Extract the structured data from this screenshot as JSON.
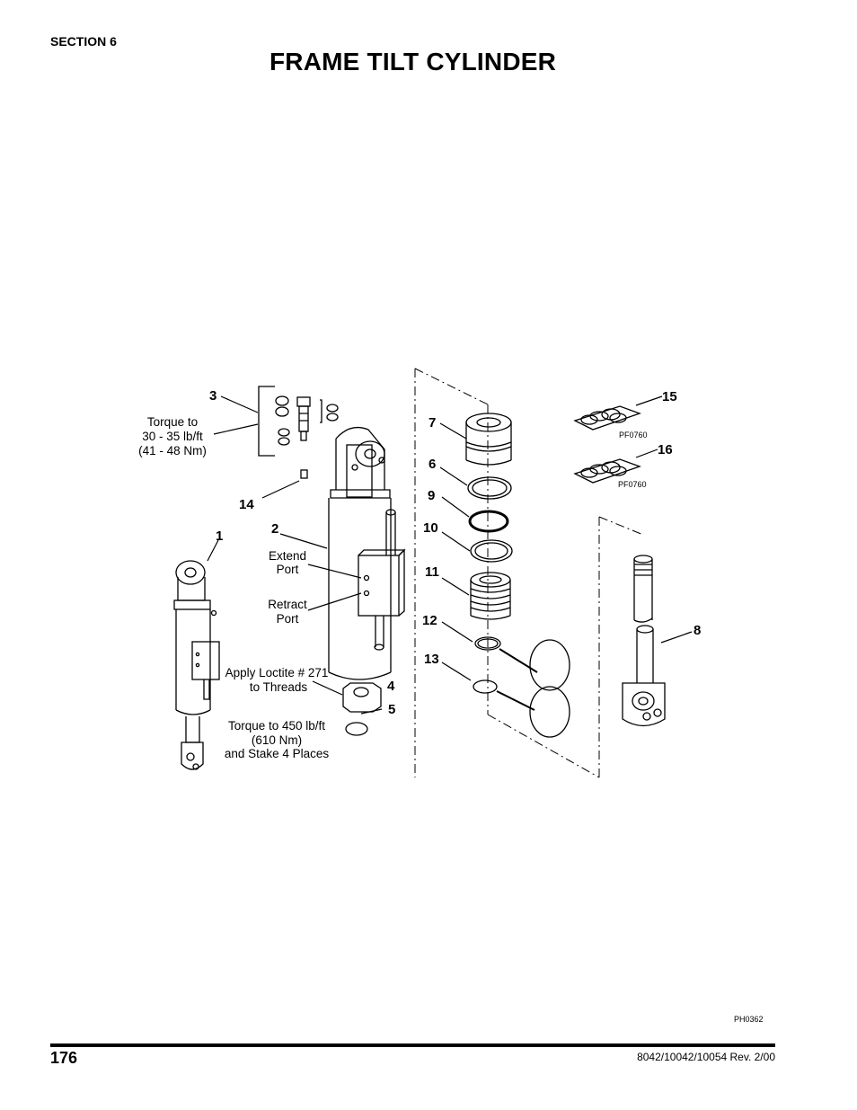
{
  "header": {
    "section": "SECTION 6",
    "title": "FRAME TILT CYLINDER"
  },
  "diagram": {
    "callouts": [
      "1",
      "2",
      "3",
      "4",
      "5",
      "6",
      "7",
      "8",
      "9",
      "10",
      "11",
      "12",
      "13",
      "14",
      "15",
      "16"
    ],
    "notes": {
      "torque_valve": [
        "Torque to",
        "30 - 35 lb/ft",
        "(41 - 48 Nm)"
      ],
      "extend_port": [
        "Extend",
        "Port"
      ],
      "retract_port": [
        "Retract",
        "Port"
      ],
      "loctite": [
        "Apply Loctite # 271",
        "to Threads"
      ],
      "torque_nut": [
        "Torque to 450 lb/ft",
        "(610 Nm)",
        "and Stake 4 Places"
      ]
    },
    "kit_code_15": "PF0760",
    "kit_code_16": "PF0760",
    "figure_code": "PH0362"
  },
  "footer": {
    "page_number": "176",
    "doc_ref": "8042/10042/10054 Rev. 2/00"
  }
}
